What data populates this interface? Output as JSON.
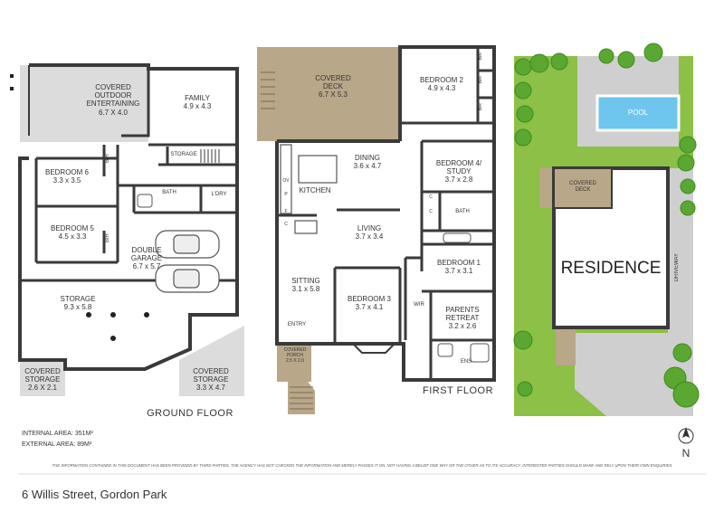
{
  "ground_floor": {
    "title": "GROUND FLOOR",
    "rooms": [
      {
        "name": "COVERED\nOUTDOOR\nENTERTAINING",
        "size": "6.7 X 4.0"
      },
      {
        "name": "FAMILY",
        "size": "4.9 x 4.3"
      },
      {
        "name": "STORAGE",
        "size": ""
      },
      {
        "name": "BEDROOM 6",
        "size": "3.3 x 3.5"
      },
      {
        "name": "BIR",
        "size": ""
      },
      {
        "name": "BATH",
        "size": ""
      },
      {
        "name": "L'DRY",
        "size": ""
      },
      {
        "name": "BEDROOM 5",
        "size": "4.5 x 3.3"
      },
      {
        "name": "BIR",
        "size": ""
      },
      {
        "name": "DOUBLE\nGARAGE",
        "size": "6.7 x 5.7"
      },
      {
        "name": "STORAGE",
        "size": "9.3 x 5.8"
      },
      {
        "name": "COVERED\nSTORAGE",
        "size": "2.6 X 2.1"
      },
      {
        "name": "COVERED\nSTORAGE",
        "size": "3.3 X 4.7"
      }
    ]
  },
  "first_floor": {
    "title": "FIRST FLOOR",
    "rooms": [
      {
        "name": "COVERED\nDECK",
        "size": "6.7 X 5.3"
      },
      {
        "name": "BEDROOM 2",
        "size": "4.9 x 4.3"
      },
      {
        "name": "BIR",
        "size": ""
      },
      {
        "name": "BIR",
        "size": ""
      },
      {
        "name": "BIR",
        "size": ""
      },
      {
        "name": "DINING",
        "size": "3.6 x 4.7"
      },
      {
        "name": "KITCHEN",
        "size": ""
      },
      {
        "name": "BEDROOM 4/\nSTUDY",
        "size": "3.7 x 2.8"
      },
      {
        "name": "BATH",
        "size": ""
      },
      {
        "name": "LIVING",
        "size": "3.7 x 3.4"
      },
      {
        "name": "BEDROOM 1",
        "size": "3.7 x 3.1"
      },
      {
        "name": "SITTING",
        "size": "3.1 x 5.8"
      },
      {
        "name": "BEDROOM 3",
        "size": "3.7 x 4.1"
      },
      {
        "name": "WIR",
        "size": ""
      },
      {
        "name": "PARENTS\nRETREAT",
        "size": "3.2 x 2.6"
      },
      {
        "name": "ENTRY",
        "size": ""
      },
      {
        "name": "ENS",
        "size": ""
      },
      {
        "name": "COVERED\nPORCH",
        "size": "2.5 X 2.0"
      }
    ],
    "fixtures": {
      "ov": "OV",
      "p": "P",
      "f": "F",
      "c": "C"
    }
  },
  "site_plan": {
    "pool": "POOL",
    "covered_deck": "COVERED\nDECK",
    "residence": "RESIDENCE",
    "driveway": "DRIVEWAY",
    "north": "N"
  },
  "areas": {
    "internal_label": "INTERNAL AREA:",
    "internal_value": "351M²",
    "external_label": "EXTERNAL AREA:",
    "external_value": "89M²"
  },
  "disclaimer": "THE INFORMATION CONTAINED IN THIS DOCUMENT HAS BEEN PROVIDED BY THIRD PARTIES. THE AGENCY HAS NOT CHECKED THE INFORMATION AND MERELY PASSES IT ON, NOT HAVING A BELIEF ONE WAY OR   THE OTHER AS TO ITS ACCURACY. INTERESTED PARTIES SHOULD MAKE AND RELY UPON THEIR OWN ENQUIRIES",
  "address": "6 Willis Street, Gordon Park",
  "colors": {
    "wall": "#3a3a3a",
    "shade": "#dcdcdc",
    "deck": "#b9a78a",
    "grass": "#8cc046",
    "tree": "#5aa832",
    "pool": "#6ec6ee",
    "paving": "#cfcfcf"
  }
}
